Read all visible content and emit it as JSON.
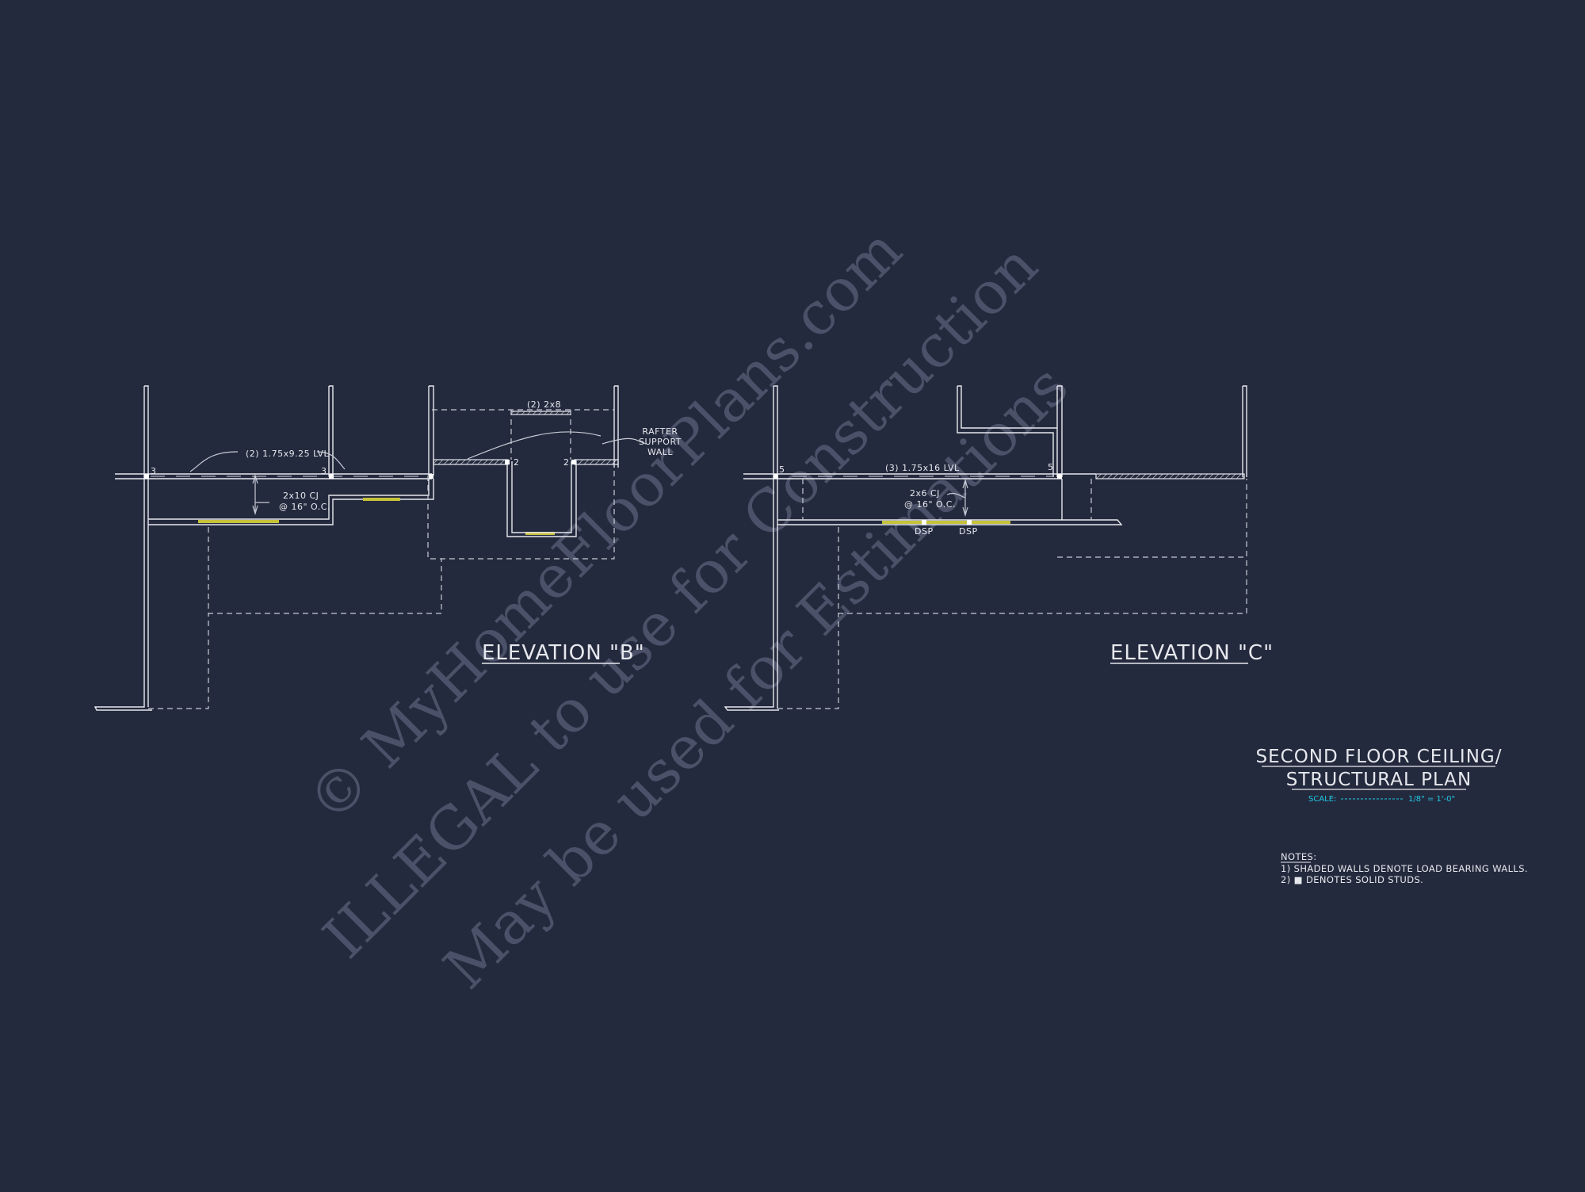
{
  "watermark": {
    "line1": "© MyHomeFloorPlans.com",
    "line2": "ILLEGAL to use for Construction",
    "line3": "May be used for Estimations"
  },
  "elevation_b": {
    "title": "ELEVATION \"B\"",
    "beam_label": "(2) 1.75x9.25 LVL",
    "joist_label_1": "2x10 CJ",
    "joist_label_2": "@ 16\" O.C.",
    "header_label": "(2) 2x8",
    "rafter_label_1": "RAFTER",
    "rafter_label_2": "SUPPORT",
    "rafter_label_3": "WALL",
    "post_3a": "3",
    "post_3b": "3",
    "post_2a": "2",
    "post_2b": "2"
  },
  "elevation_c": {
    "title": "ELEVATION \"C\"",
    "beam_label": "(3) 1.75x16 LVL",
    "joist_label_1": "2x6 CJ",
    "joist_label_2": "@ 16\" O.C.",
    "post_5a": "5",
    "post_5b": "5",
    "dsp_1": "DSP",
    "dsp_2": "DSP"
  },
  "plan": {
    "title_line1": "SECOND FLOOR CEILING/",
    "title_line2": "STRUCTURAL PLAN",
    "scale_label": "SCALE:",
    "scale_value": "1/8\" = 1'-0\""
  },
  "notes": {
    "heading": "NOTES:",
    "note1": "1) SHADED WALLS DENOTE LOAD BEARING WALLS.",
    "note2": "2)  ■  DENOTES SOLID STUDS."
  },
  "colors": {
    "background": "#242a3d",
    "lines": "#e6e8ee",
    "highlight": "#c6c23a",
    "scale": "#20c9e6",
    "watermark": "#4a5168"
  }
}
